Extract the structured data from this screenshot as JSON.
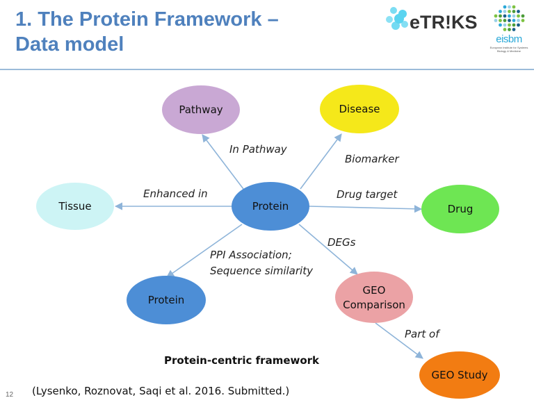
{
  "slide": {
    "title_line1": "1. The Protein Framework –",
    "title_line2": "Data model",
    "caption": "Protein-centric framework",
    "citation": "(Lysenko, Roznovat, Saqi et al. 2016. Submitted.)",
    "slide_number": "12"
  },
  "logos": {
    "etriks": {
      "text": "eTR!KS",
      "accent": "#5bd4f0"
    },
    "eisbm": {
      "text": "eisbm",
      "tagline": "European Institute for Systems Biology & Medicine"
    }
  },
  "colors": {
    "title": "#4f81bd",
    "edge": "#8eb4d9",
    "pathway": "#c9a8d4",
    "disease": "#f5e81a",
    "tissue": "#cdf4f5",
    "protein": "#4d8ed6",
    "drug": "#6ee653",
    "geo_comparison": "#eba2a5",
    "geo_study": "#f27c12"
  },
  "diagram": {
    "nodes": {
      "protein_center": "Protein",
      "pathway": "Pathway",
      "disease": "Disease",
      "tissue": "Tissue",
      "drug": "Drug",
      "protein_bottom": "Protein",
      "geo_comparison_line1": "GEO",
      "geo_comparison_line2": "Comparison",
      "geo_study": "GEO Study"
    },
    "edges": {
      "in_pathway": "In Pathway",
      "biomarker": "Biomarker",
      "enhanced_in": "Enhanced in",
      "drug_target": "Drug target",
      "degs": "DEGs",
      "ppi_line1": "PPI Association;",
      "ppi_line2": "Sequence similarity",
      "part_of": "Part of"
    }
  }
}
